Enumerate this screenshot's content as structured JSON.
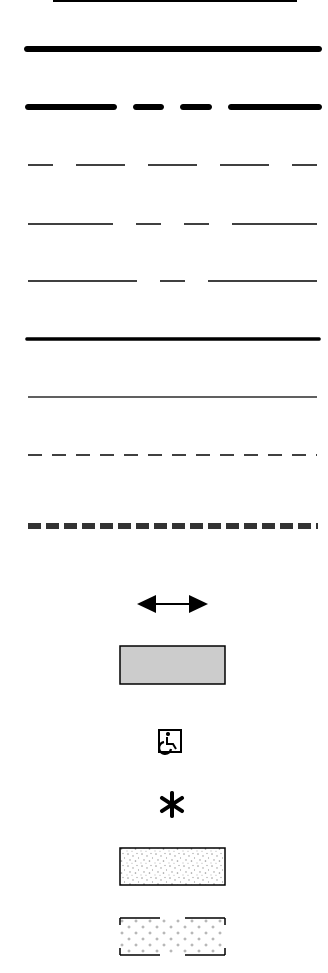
{
  "palette": {
    "ink": "#000000",
    "fill_gray": "#cccccc",
    "speckle_gray": "#9a9a9a",
    "background": "#ffffff"
  },
  "line_styles": [
    {
      "name": "thick-solid-line",
      "kind": "thick-solid"
    },
    {
      "name": "thick-dash-dot-line",
      "kind": "thick-dash-dot"
    },
    {
      "name": "short-dash-line",
      "kind": "short-dash"
    },
    {
      "name": "long-short-short-line",
      "kind": "long-short-short"
    },
    {
      "name": "long-short-long-line",
      "kind": "long-short-long"
    },
    {
      "name": "medium-solid-line",
      "kind": "medium-solid"
    },
    {
      "name": "thin-solid-line",
      "kind": "thin-solid"
    },
    {
      "name": "even-dash-line",
      "kind": "even-dash"
    },
    {
      "name": "gray-square-dot-line",
      "kind": "square-dot"
    }
  ],
  "symbols": [
    {
      "name": "double-arrow-icon"
    },
    {
      "name": "gray-fill-rectangle"
    },
    {
      "name": "wheelchair-accessible-icon"
    },
    {
      "name": "asterisk-icon"
    },
    {
      "name": "speckled-pattern-rectangle"
    },
    {
      "name": "cross-hatch-pattern-rectangle"
    }
  ]
}
